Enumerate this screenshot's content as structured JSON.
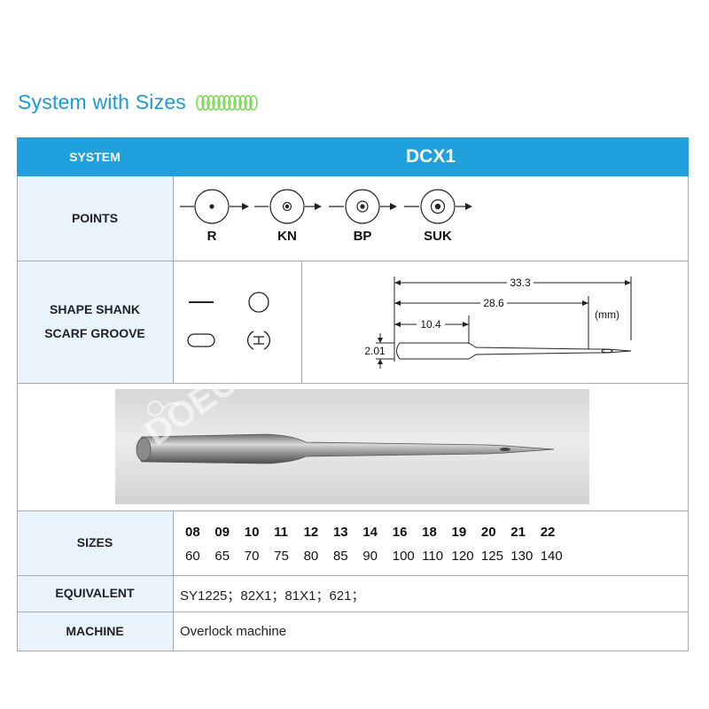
{
  "heading": {
    "title": "System with Sizes"
  },
  "table": {
    "system_label": "SYSTEM",
    "system_value": "DCX1",
    "points_label": "POINTS",
    "points": [
      "R",
      "KN",
      "BP",
      "SUK"
    ],
    "shape_label_line1": "SHAPE SHANK",
    "shape_label_line2": "SCARF GROOVE",
    "dimensions": {
      "total": "33.3",
      "middle": "28.6",
      "shank": "10.4",
      "diameter": "2.01",
      "unit": "(mm)"
    },
    "sizes_label": "SIZES",
    "sizes_top": [
      "08",
      "09",
      "10",
      "11",
      "12",
      "13",
      "14",
      "16",
      "18",
      "19",
      "20",
      "21",
      "22"
    ],
    "sizes_bottom": [
      "60",
      "65",
      "70",
      "75",
      "80",
      "85",
      "90",
      "100",
      "110",
      "120",
      "125",
      "130",
      "140"
    ],
    "equivalent_label": "EQUIVALENT",
    "equivalent_value": "SY1225；82X1；81X1；621；",
    "machine_label": "MACHINE",
    "machine_value": "Overlock machine"
  },
  "watermark": "DOEC",
  "colors": {
    "header_bg": "#20a0dc",
    "label_bg": "#e8f3fb",
    "heading_text": "#1a9ad6",
    "spring_icon": "#7ed957"
  }
}
